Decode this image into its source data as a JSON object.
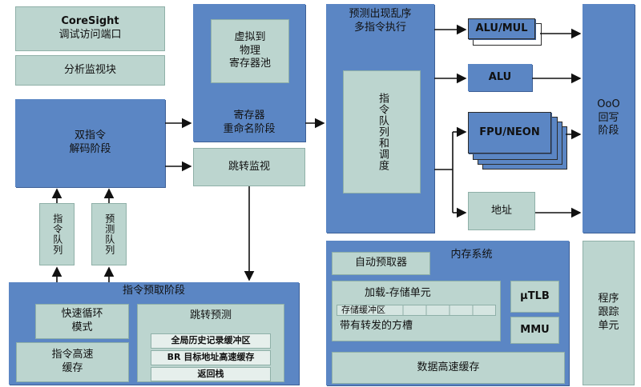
{
  "blocks": {
    "coresight": {
      "title": "CoreSight",
      "subtitle": "调试访问端口"
    },
    "trace_analysis": "分析监视块",
    "dual_decode": "双指令\n解码阶段",
    "instr_queue": "指令队列",
    "predict_queue": "预测队列",
    "virtual_regs": "虚拟到\n物理\n寄存器池",
    "rename_stage": "寄存器\n重命名阶段",
    "branch_monitor": "跳转监视",
    "ooo_issue": "预测出现乱序\n多指令执行",
    "sched_queue": "指令队列和调度",
    "alu_mul": "ALU/MUL",
    "alu": "ALU",
    "fpu_neon": "FPU/NEON",
    "address": "地址",
    "ooo_writeback": "OoO\n回写\n阶段",
    "memory_system": "内存系统",
    "auto_prefetch": "自动预取器",
    "load_store": "加载-存储单元",
    "store_buffer": "存储缓冲区",
    "forward_slots": "带有转发的方槽",
    "utlb": "μTLB",
    "mmu": "MMU",
    "data_cache": "数据高速缓存",
    "program_trace": "程序\n跟踪\n单元",
    "fetch_stage": "指令预取阶段",
    "fast_loop": "快速循环\n模式",
    "branch_predict": "跳转预测",
    "ghb": "全局历史记录缓冲区",
    "btac": "BR 目标地址高速缓存",
    "return_stack": "返回栈",
    "icache": "指令高速\n缓存"
  }
}
